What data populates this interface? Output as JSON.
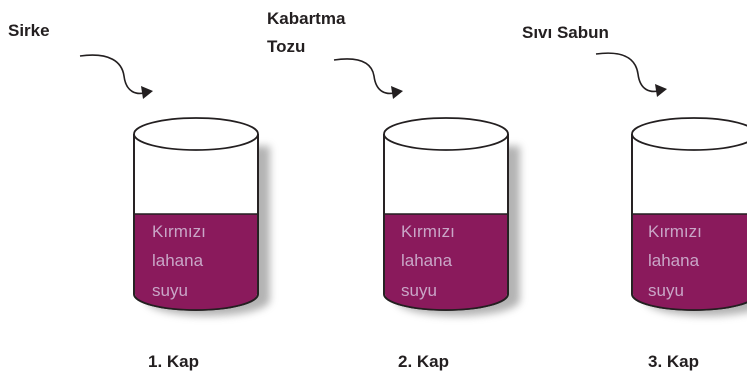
{
  "colors": {
    "liquid": "#8a1a5c",
    "liquid_top": "#9c2a6c",
    "liquid_text": "#c9a6c7",
    "outline": "#231f20",
    "shadow": "#9a9a9a"
  },
  "cups": [
    {
      "reagent_lines": [
        "Sirke"
      ],
      "liquid_lines": [
        "Kırmızı",
        "lahana",
        "suyu"
      ],
      "label": "1. Kap"
    },
    {
      "reagent_lines": [
        "Kabartma",
        "Tozu"
      ],
      "liquid_lines": [
        "Kırmızı",
        "lahana",
        "suyu"
      ],
      "label": "2. Kap"
    },
    {
      "reagent_lines": [
        "Sıvı Sabun"
      ],
      "liquid_lines": [
        "Kırmızı",
        "lahana",
        "suyu"
      ],
      "label": "3. Kap"
    }
  ]
}
